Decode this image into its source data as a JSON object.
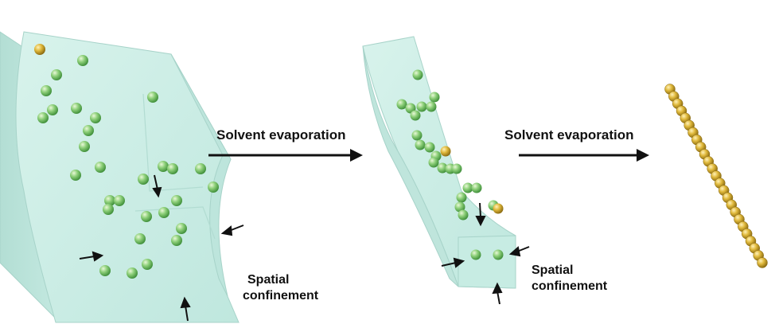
{
  "labels": {
    "step1": "Solvent evaporation",
    "step2": "Solvent evaporation",
    "confinement1_line1": "Spatial",
    "confinement1_line2": "confinement",
    "confinement2_line1": "Spatial",
    "confinement2_line2": "confinement"
  },
  "colors": {
    "block_front": "#cdeee6",
    "block_side": "#b9e3da",
    "block_top": "#e4f7f2",
    "block_edge": "#a7d3c9",
    "particle_green": "#7cc86a",
    "particle_gold": "#d9b13a",
    "arrow": "#111111"
  }
}
